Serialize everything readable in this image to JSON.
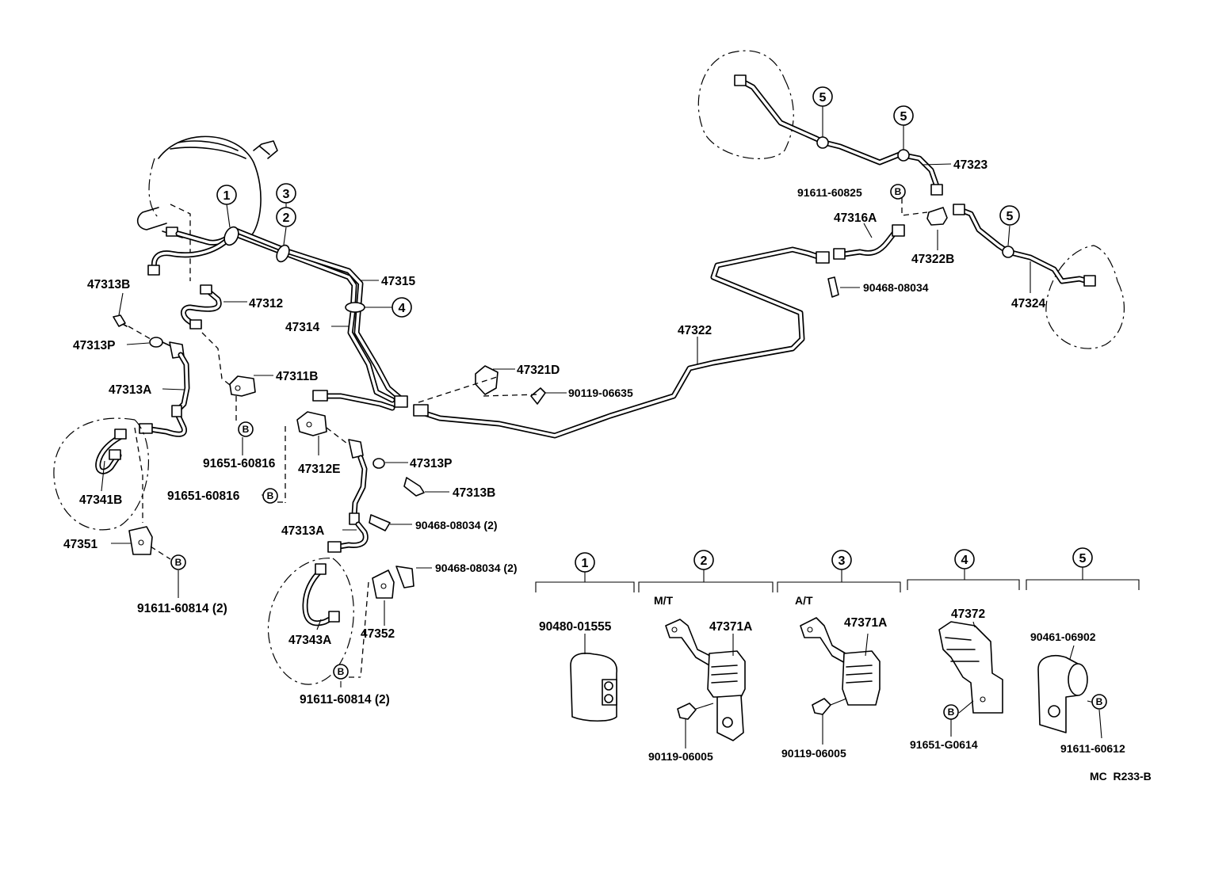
{
  "parts": {
    "p47313B_a": "47313B",
    "p47313P_a": "47313P",
    "p47313A_a": "47313A",
    "p47341B": "47341B",
    "p47351": "47351",
    "p91611_60814_a": "91611-60814 (2)",
    "p47312": "47312",
    "p47311B": "47311B",
    "p91651_60816_a": "91651-60816",
    "p91651_60816_b": "91651-60816",
    "p47312E": "47312E",
    "p47315": "47315",
    "p47314": "47314",
    "p47313P_b": "47313P",
    "p47313B_b": "47313B",
    "p47313A_b": "47313A",
    "p90468_08034_a": "90468-08034 (2)",
    "p90468_08034_b": "90468-08034 (2)",
    "p47343A": "47343A",
    "p47352": "47352",
    "p91611_60814_b": "91611-60814 (2)",
    "p47321D": "47321D",
    "p90119_06635": "90119-06635",
    "p47322": "47322",
    "p47323": "47323",
    "p91611_60825": "91611-60825",
    "p47316A": "47316A",
    "p47322B": "47322B",
    "p90468_08034_c": "90468-08034",
    "p47324": "47324",
    "p90480_01555": "90480-01555",
    "p47371A_a": "47371A",
    "p90119_06005_a": "90119-06005",
    "p47371A_b": "47371A",
    "p90119_06005_b": "90119-06005",
    "p47372": "47372",
    "p91651_G0614": "91651-G0614",
    "p90461_06902": "90461-06902",
    "p91611_60612": "91611-60612"
  },
  "callouts": {
    "c1": "1",
    "c2": "2",
    "c3": "3",
    "c4": "4",
    "c5": "5",
    "bolt_marker": "B"
  },
  "groups": {
    "g1": "1",
    "g2": "2",
    "g3": "3",
    "g4": "4",
    "g5": "5",
    "mt": "M/T",
    "at": "A/T"
  },
  "figure_code": "MC  R233-B"
}
